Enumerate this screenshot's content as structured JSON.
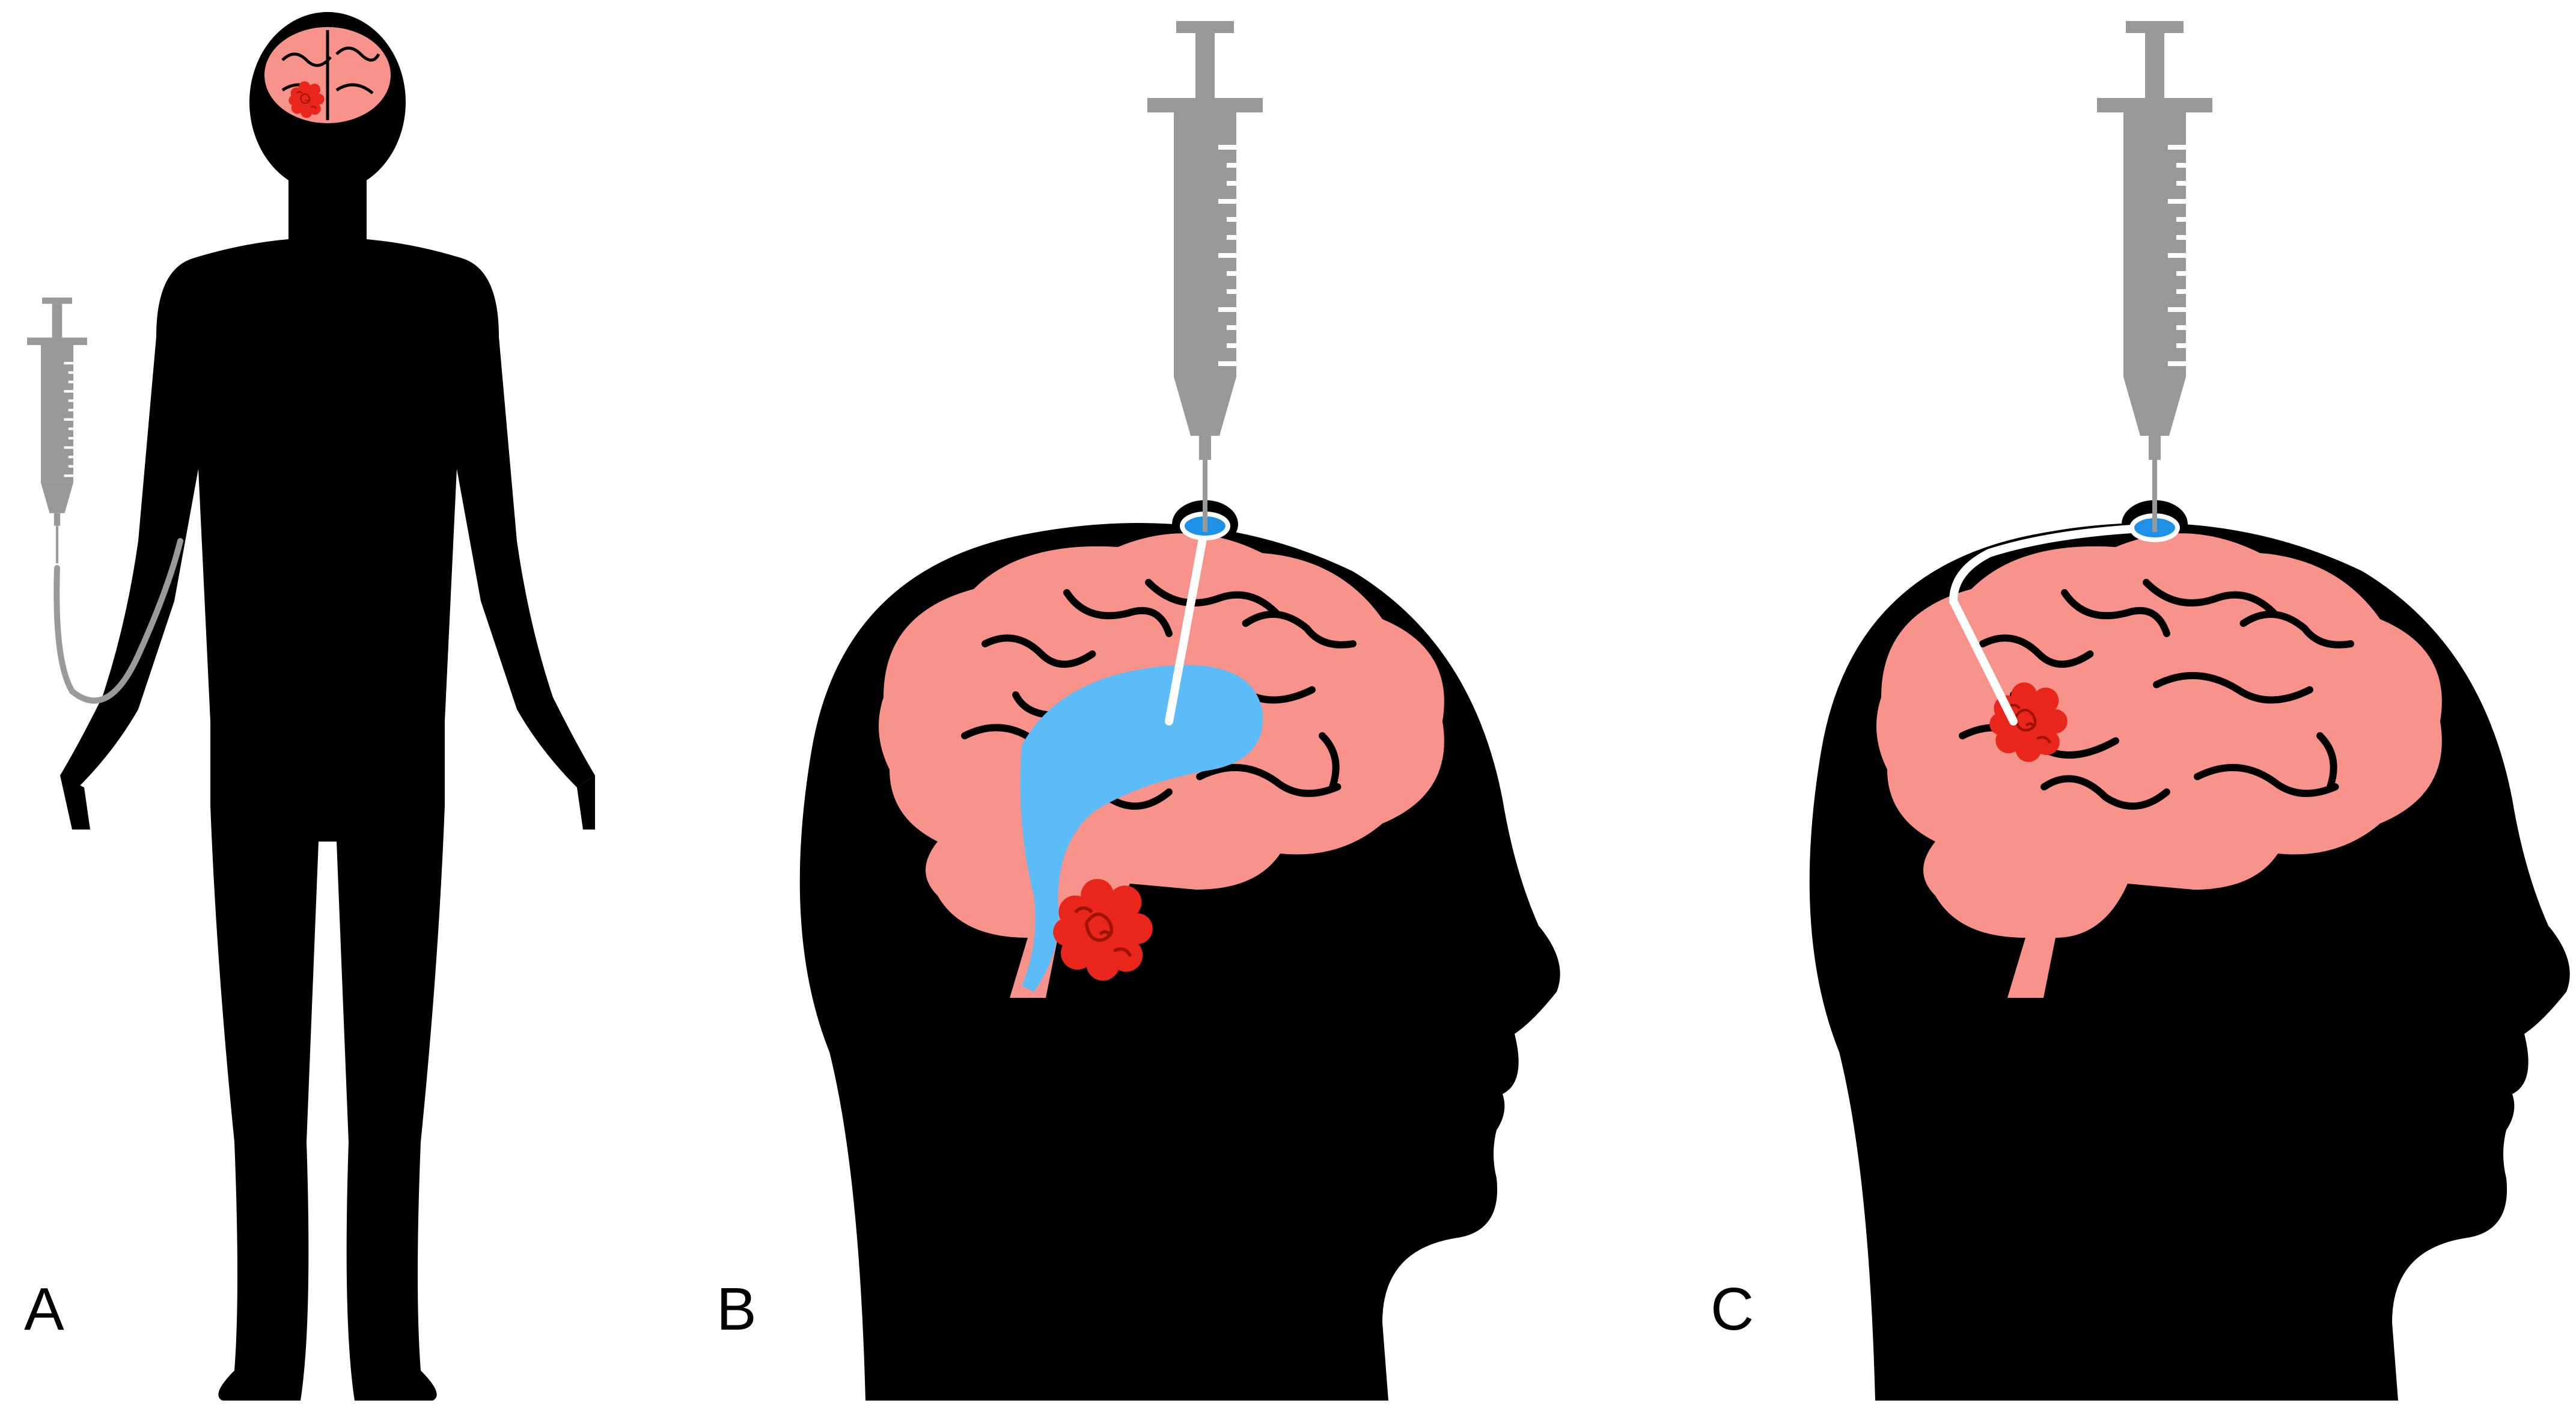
{
  "panels": [
    {
      "label": "A"
    },
    {
      "label": "B"
    },
    {
      "label": "C"
    }
  ],
  "colors": {
    "silhouette": "#000000",
    "brain": "#f7938a",
    "brain_folds": "#000000",
    "tumor": "#e8261c",
    "syringe": "#999999",
    "tubing": "#9a9a9a",
    "ventricle": "#5bbcf7",
    "catheter": "#ffffff",
    "reservoir": "#1e90e6"
  },
  "icons": {
    "panel_a": [
      "body-silhouette",
      "brain-icon",
      "tumor-icon",
      "syringe-icon",
      "iv-tubing"
    ],
    "panel_b": [
      "head-silhouette",
      "brain-icon",
      "ventricle-shape",
      "tumor-icon",
      "syringe-icon",
      "reservoir-port",
      "catheter-line"
    ],
    "panel_c": [
      "head-silhouette",
      "brain-icon",
      "tumor-icon",
      "syringe-icon",
      "reservoir-port",
      "catheter-line"
    ]
  }
}
